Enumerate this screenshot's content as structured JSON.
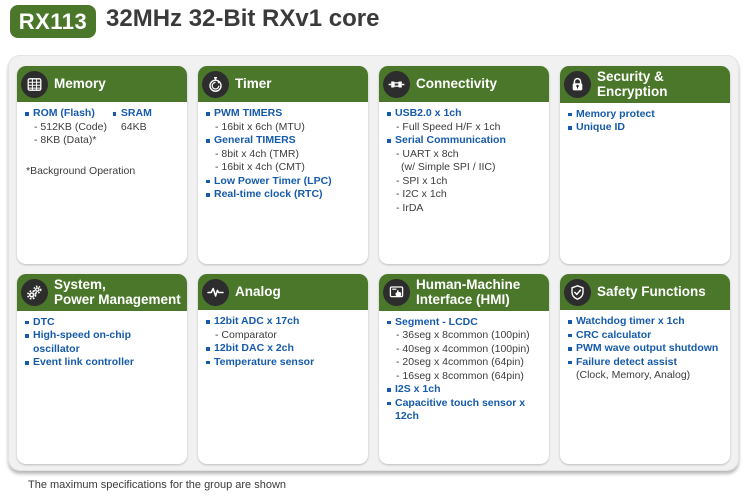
{
  "header": {
    "badge": "RX113",
    "title": "32MHz 32-Bit RXv1 core"
  },
  "colors": {
    "brand_green": "#4A7729",
    "feature_blue": "#165BAA",
    "dark_text": "#3A3A3A",
    "icon_circle": "#2D2D2D",
    "panel_bg": "#F1F1F1"
  },
  "cards": [
    {
      "id": "memory",
      "title": "Memory",
      "icon": "memory-grid-icon",
      "col1": [
        "ROM (Flash)",
        "- 512KB (Code)",
        "- 8KB (Data)*"
      ],
      "col2": [
        "SRAM",
        "64KB"
      ],
      "note": "*Background Operation"
    },
    {
      "id": "timer",
      "title": "Timer",
      "icon": "stopwatch-icon",
      "items": [
        "PWM TIMERS",
        "- 16bit x 6ch (MTU)",
        "General TIMERS",
        "- 8bit x 4ch (TMR)",
        "- 16bit x 4ch (CMT)",
        "Low Power Timer (LPC)",
        "Real-time clock (RTC)"
      ]
    },
    {
      "id": "connectivity",
      "title": "Connectivity",
      "icon": "plug-icon",
      "items": [
        "USB2.0 x 1ch",
        "- Full Speed H/F x 1ch",
        "Serial Communication",
        "- UART x 8ch",
        "(w/ Simple SPI / IIC)",
        "- SPI x 1ch",
        "- I2C x 1ch",
        "- IrDA"
      ]
    },
    {
      "id": "security",
      "title": "Security &\nEncryption",
      "icon": "lock-icon",
      "items": [
        "Memory protect",
        "Unique ID"
      ]
    },
    {
      "id": "system",
      "title": "System,\nPower Management",
      "icon": "gears-icon",
      "items": [
        "DTC",
        "High-speed on-chip oscillator",
        "Event link controller"
      ]
    },
    {
      "id": "analog",
      "title": "Analog",
      "icon": "waveform-icon",
      "items": [
        "12bit ADC x 17ch",
        "- Comparator",
        "12bit DAC x 2ch",
        "Temperature sensor"
      ]
    },
    {
      "id": "hmi",
      "title": "Human-Machine\nInterface (HMI)",
      "icon": "touch-screen-icon",
      "items": [
        "Segment - LCDC",
        "- 36seg x 8common (100pin)",
        "- 40seg x 4common (100pin)",
        "- 20seg x 4common (64pin)",
        "- 16seg x 8common (64pin)",
        "I2S x 1ch",
        "Capacitive touch sensor x 12ch"
      ]
    },
    {
      "id": "safety",
      "title": "Safety Functions",
      "icon": "shield-check-icon",
      "items": [
        "Watchdog timer x 1ch",
        "CRC calculator",
        "PWM wave output shutdown",
        "Failure detect assist",
        "(Clock, Memory, Analog)"
      ]
    }
  ],
  "footer": {
    "note": "The maximum specifications for the group are shown"
  }
}
